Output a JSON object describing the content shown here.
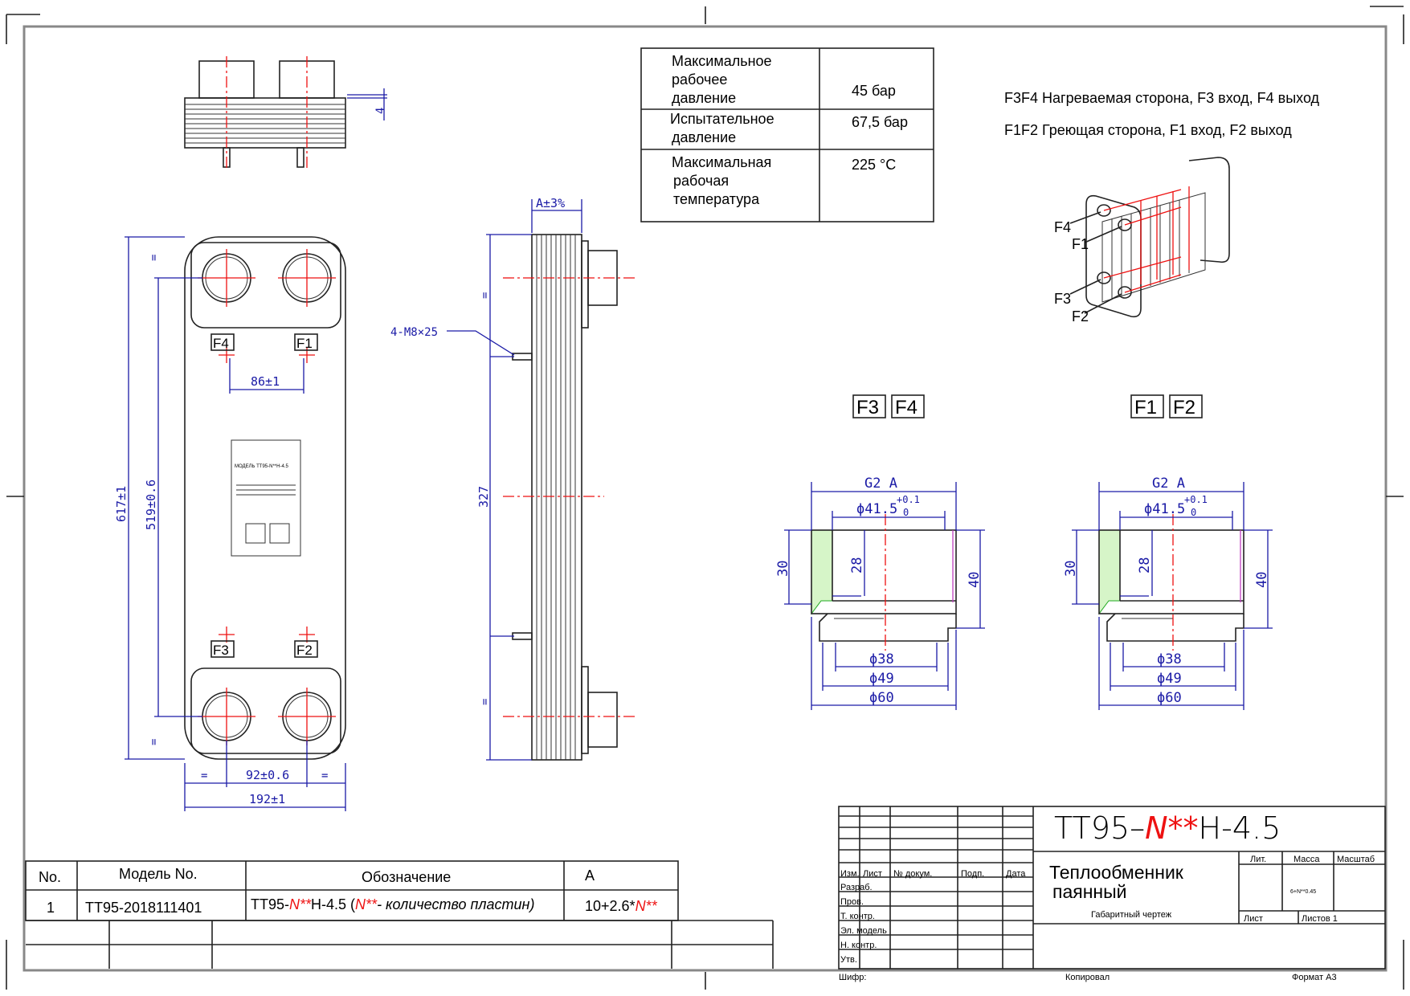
{
  "specs": [
    {
      "label_lines": [
        "Максимальное",
        "рабочее",
        "давление"
      ],
      "value": "45 бар"
    },
    {
      "label_lines": [
        "Испытательное",
        "давление"
      ],
      "value": "67,5 бар"
    },
    {
      "label_lines": [
        "Максимальная",
        "рабочая",
        "температура"
      ],
      "value": "225 °С"
    }
  ],
  "legend": {
    "line1": "F3F4 Нагреваемая сторона, F3 вход, F4 выход",
    "line2": "F1F2 Греющая сторона, F1 вход, F2 выход"
  },
  "iso_labels": {
    "f4": "F4",
    "f1": "F1",
    "f3": "F3",
    "f2": "F2"
  },
  "ports": {
    "f4": "F4",
    "f1": "F1",
    "f3": "F3",
    "f2": "F2"
  },
  "dims": {
    "top_4": "4",
    "a_tol": "A±3%",
    "bolt": "4-M8×25",
    "d86": "86±1",
    "d617": "617±1",
    "d519": "519±0.6",
    "d327": "327",
    "d92": "92±0.6",
    "d192": "192±1",
    "eq": "="
  },
  "nameplate": {
    "model": "МОДЕЛЬ  ТТ95-N**H-4.5"
  },
  "sections": [
    {
      "tag1": "F3",
      "tag2": "F4",
      "thread": "G2 A",
      "d415": "ϕ41.5",
      "tol_up": "+0.1",
      "tol_lo": "0",
      "h30": "30",
      "h28": "28",
      "h40": "40",
      "d38": "ϕ38",
      "d49": "ϕ49",
      "d60": "ϕ60"
    },
    {
      "tag1": "F1",
      "tag2": "F2",
      "thread": "G2 A",
      "d415": "ϕ41.5",
      "tol_up": "+0.1",
      "tol_lo": "0",
      "h30": "30",
      "h28": "28",
      "h40": "40",
      "d38": "ϕ38",
      "d49": "ϕ49",
      "d60": "ϕ60"
    }
  ],
  "parts_table": {
    "headers": [
      "No.",
      "Модель No.",
      "Обозначение",
      "A"
    ],
    "row": {
      "no": "1",
      "model": "TT95-2018111401",
      "desig_a": "TT95-",
      "desig_n": "N**",
      "desig_b": "H-4.5  (",
      "desig_n2": "N**",
      "desig_c": "- количество пластин)",
      "a_a": "10+2.6*",
      "a_n": "N**"
    }
  },
  "title_block": {
    "code_a": "TT95–",
    "code_n": "N**",
    "code_b": "H-4.5",
    "name1": "Теплообменник",
    "name2": "паянный",
    "subtitle": "Габаритный чертеж",
    "col_izm": "Изм.",
    "col_list": "Лист",
    "col_doc": "№ докум.",
    "col_podp": "Подп.",
    "col_data": "Дата",
    "rows": [
      "Разраб.",
      "Пров.",
      "Т. контр.",
      "Эл. модель",
      "Н. контр.",
      "Утв."
    ],
    "lit": "Лит.",
    "massa": "Масса",
    "masshtab": "Масштаб",
    "mass_value": "6+N**0.45",
    "list": "Лист",
    "listov": "Листов 1",
    "shifr": "Шифр:",
    "kopiroval": "Копировал",
    "format": "Формат А3"
  }
}
